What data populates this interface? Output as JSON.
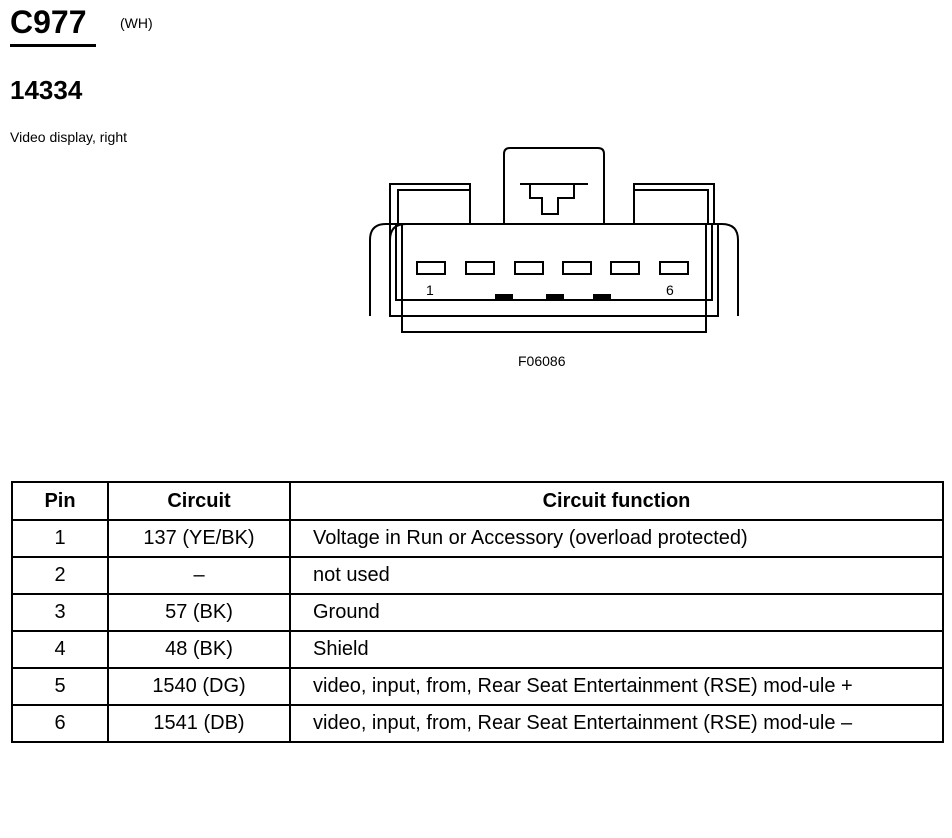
{
  "header": {
    "connector_id": "C977",
    "connector_color": "(WH)",
    "part_number": "14334",
    "description": "Video display, right"
  },
  "figure": {
    "code": "F06086",
    "pin_label_first": "1",
    "pin_label_last": "6"
  },
  "table": {
    "columns": [
      "Pin",
      "Circuit",
      "Circuit function"
    ],
    "rows": [
      {
        "pin": "1",
        "circuit": "137 (YE/BK)",
        "function": "Voltage in Run or Accessory (overload protected)"
      },
      {
        "pin": "2",
        "circuit": "–",
        "function": "not used"
      },
      {
        "pin": "3",
        "circuit": "57 (BK)",
        "function": "Ground"
      },
      {
        "pin": "4",
        "circuit": "48 (BK)",
        "function": "Shield"
      },
      {
        "pin": "5",
        "circuit": "1540 (DG)",
        "function": "video, input, from, Rear Seat Entertainment (RSE) mod-ule +"
      },
      {
        "pin": "6",
        "circuit": "1541 (DB)",
        "function": "video, input, from, Rear Seat Entertainment (RSE) mod-ule –"
      }
    ]
  }
}
